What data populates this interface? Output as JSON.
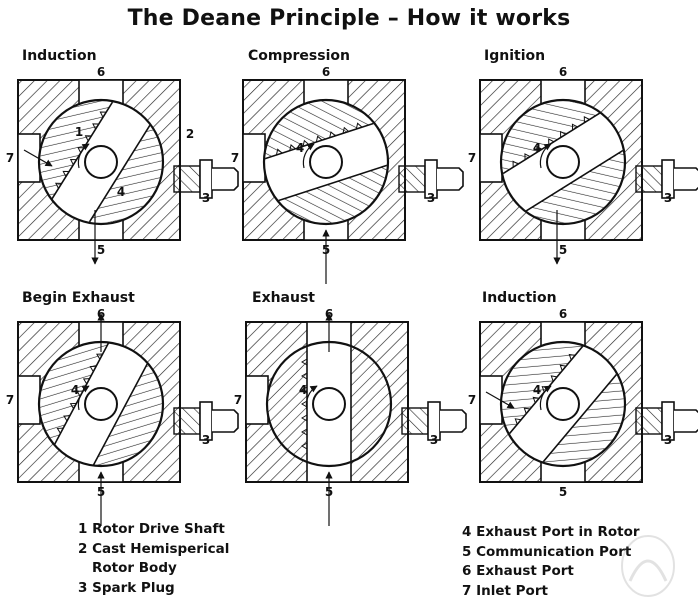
{
  "title": "The Deane Principle – How it works",
  "panels": [
    {
      "title": "Induction",
      "top_label": "6",
      "bottom_label": "5",
      "side_label": "7",
      "right_label": "2",
      "plug_label": "3",
      "rotor_labels": [
        "1",
        "4"
      ]
    },
    {
      "title": "Compression",
      "top_label": "6",
      "bottom_label": "5",
      "side_label": "7",
      "plug_label": "3",
      "rotor_labels": [
        "4"
      ]
    },
    {
      "title": "Ignition",
      "top_label": "6",
      "bottom_label": "5",
      "side_label": "7",
      "plug_label": "3",
      "rotor_labels": [
        "4"
      ]
    },
    {
      "title": "Begin Exhaust",
      "top_label": "6",
      "bottom_label": "5",
      "side_label": "7",
      "plug_label": "3",
      "rotor_labels": [
        "4"
      ]
    },
    {
      "title": "Exhaust",
      "top_label": "6",
      "bottom_label": "5",
      "side_label": "7",
      "plug_label": "3",
      "rotor_labels": [
        "4"
      ]
    },
    {
      "title": "Induction",
      "top_label": "6",
      "bottom_label": "5",
      "side_label": "7",
      "plug_label": "3",
      "rotor_labels": [
        "4"
      ]
    }
  ],
  "legend_left": [
    "1 Rotor Drive Shaft",
    "2 Cast Hemisperical",
    "Rotor Body",
    "3 Spark Plug"
  ],
  "legend_right": [
    "4 Exhaust Port in Rotor",
    "5 Communication Port",
    "6 Exhaust Port",
    "7 Inlet Port"
  ]
}
